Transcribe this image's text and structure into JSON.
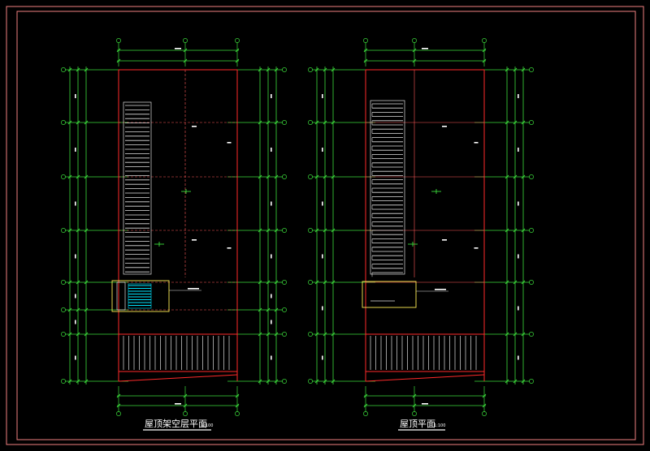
{
  "drawing": {
    "left_plan_title": "屋顶架空层平面",
    "right_plan_title": "屋顶平面",
    "left_plan_scale": "1:100",
    "right_plan_scale": "1:100"
  },
  "colors": {
    "background": "#000000",
    "frame": "#f08080",
    "wall": "#ff2a2a",
    "wall_alt": "#e0e0e0",
    "grid_line": "#ff5a5a",
    "dimension": "#3cdc3c",
    "text": "#ffffff",
    "stair": "#00e5ff",
    "yellow": "#ffee55"
  },
  "icons": {
    "axis_bubble": "circle-icon",
    "drain_marker": "arrow-icon"
  }
}
